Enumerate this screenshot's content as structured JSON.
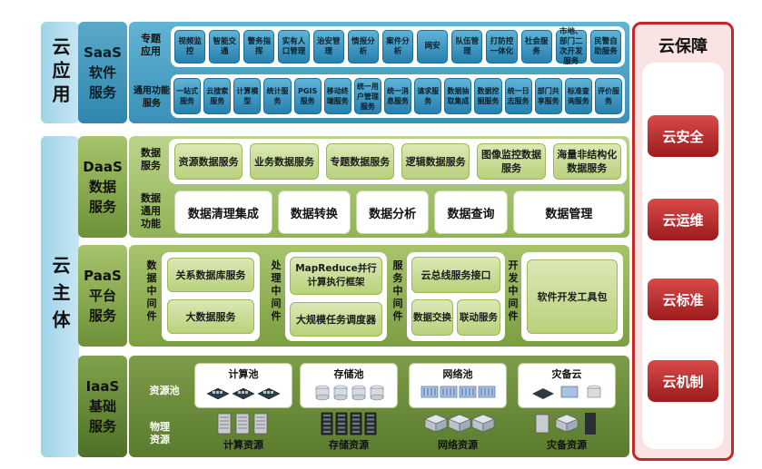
{
  "left": {
    "app_label": "云应用",
    "body_label": "云主体"
  },
  "saas": {
    "head": [
      "SaaS",
      "软件",
      "服务"
    ],
    "row1_label": "专题\n应用",
    "row1_items": [
      "视频监控",
      "智能交通",
      "警务指挥",
      "实有人口管理",
      "治安管理",
      "情报分析",
      "案件分析",
      "网安",
      "队伍管理",
      "打防控一体化",
      "社会服务",
      "市地、部门二次开发服务",
      "民警自助服务"
    ],
    "row2_label": "通用功能服务",
    "row2_items": [
      "一站式服务",
      "云搜索服务",
      "计算模型",
      "统计服务",
      "PGIS服务",
      "移动终端服务",
      "统一用户管理服务",
      "统一消息服务",
      "请求服务",
      "数据抽取集成",
      "数据挖掘服务",
      "统一日志服务",
      "部门共享服务",
      "标准查询服务",
      "评价服务"
    ]
  },
  "daas": {
    "head": [
      "DaaS",
      "数据",
      "服务"
    ],
    "row1_label": "数据\n服务",
    "row1_items": [
      "资源数据服务",
      "业务数据服务",
      "专题数据服务",
      "逻辑数据服务",
      "图像监控数据服务",
      "海量非结构化数据服务"
    ],
    "row2_label": "数据\n通用\n功能",
    "row2_items": [
      "数据清理集成",
      "数据转换",
      "数据分析",
      "数据查询",
      "数据管理"
    ]
  },
  "paas": {
    "head": [
      "PaaS",
      "平台",
      "服务"
    ],
    "group1_label": "数据中间件",
    "group1_items": [
      "关系数据库服务",
      "大数据服务"
    ],
    "group2_label": "处理中间件",
    "group2_items": [
      "MapReduce并行计算执行框架",
      "大规模任务调度器"
    ],
    "group3_label": "服务中间件",
    "group3_items": [
      "云总线服务接口",
      "数据交换",
      "联动服务"
    ],
    "group4_label": "开发中间件",
    "group4_items": [
      "软件开发工具包"
    ]
  },
  "iaas": {
    "head": [
      "IaaS",
      "基础",
      "服务"
    ],
    "pool_label": "资源池",
    "pools": [
      "计算池",
      "存储池",
      "网络池",
      "灾备云"
    ],
    "phys_label": "物理\n资源",
    "resources": [
      "计算资源",
      "存储资源",
      "网络资源",
      "灾备资源"
    ]
  },
  "guarantee": {
    "title": "云保障",
    "items": [
      "云安全",
      "云运维",
      "云标准",
      "云机制"
    ]
  },
  "colors": {
    "saas_blue": "#3a90b7",
    "green": "#90b355",
    "dark_green": "#5a7a2d",
    "red": "#c62828"
  }
}
